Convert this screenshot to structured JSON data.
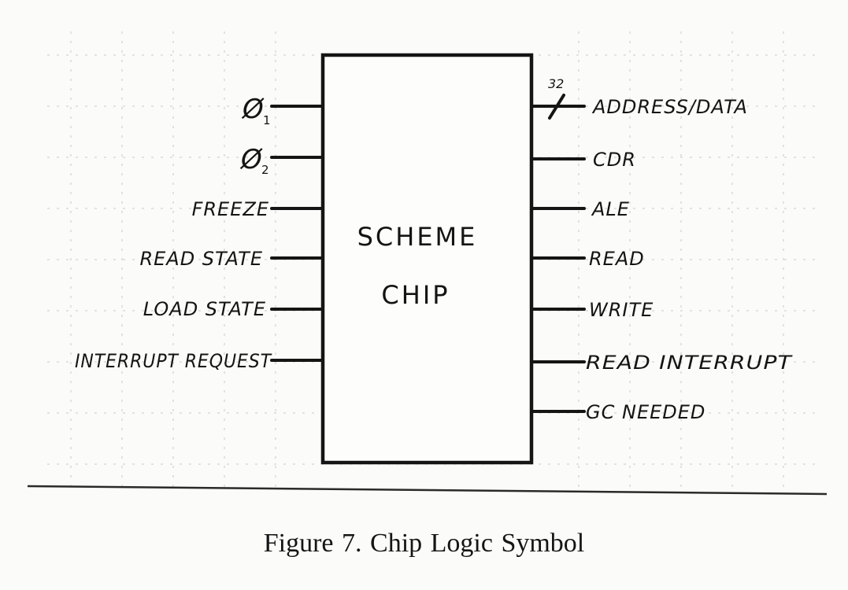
{
  "chip": {
    "name_line1": "SCHEME",
    "name_line2": "CHIP"
  },
  "inputs": {
    "phi1": {
      "symbol": "Ø",
      "subscript": "1"
    },
    "phi2": {
      "symbol": "Ø",
      "subscript": "2"
    },
    "freeze": "FREEZE",
    "read_state": "READ STATE",
    "load_state": "LOAD STATE",
    "interrupt_request": "INTERRUPT REQUEST"
  },
  "outputs": {
    "address_data": "ADDRESS/DATA",
    "address_data_width": "32",
    "cdr": "CDR",
    "ale": "ALE",
    "read": "READ",
    "write": "WRITE",
    "read_interrupt": "READ INTERRUPT",
    "gc_needed": "GC NEEDED"
  },
  "caption": "Figure 7.  Chip Logic Symbol"
}
